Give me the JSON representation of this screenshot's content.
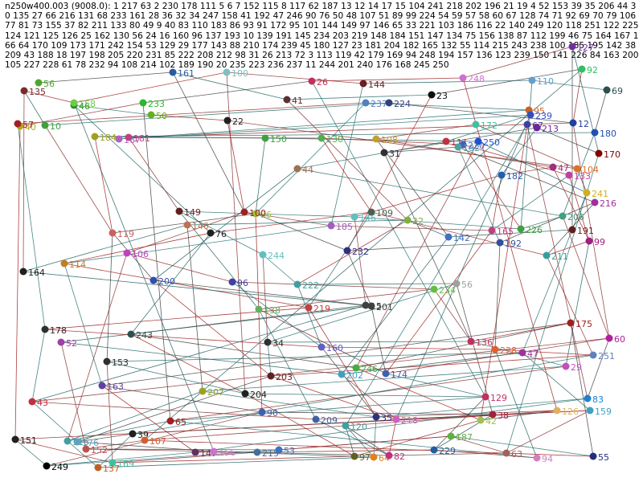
{
  "header": {
    "title": "n250w400.003 (9008.0):",
    "sequence": "1 217 63 2 230 178 111 5 6 7 152 115 8 117 62 187 13 12 14 17 15 104 241 218 202 196 21 19 4 52 153 39 35 206 44 30 135 27 66 216 131 68 233 161 28 36 32 34 247 158 41 192 47 246 90 76 50 48 107 51 89 99 224 54 59 57 58 60 67 128 74 71 92 69 70 79 106 77 81 73 155 37 82 211 133 80 49 9 40 83 110 183 86 93 91 172 95 101 144 149 97 146 65 33 221 103 186 116 22 140 249 120 118 251 122 225 124 121 125 126 25 162 130 56 24 16 160 96 137 193 10 139 191 145 234 203 219 148 184 151 147 134 75 156 138 87 112 199 46 75 164 167 166 64 170 109 173 171 242 154 53 129 29 177 143 88 210 174 239 45 180 127 23 181 204 182 165 132 55 114 215 243 238 100 185 195 142 38 209 43 188 18 197 198 205 220 231 85 222 208 212 98 31 26 213 72 3 113 119 42 179 169 94 248 194 157 136 123 239 150 141 226 84 163 200 105 227 228 61 78 232 94 108 214 102 189 190 20 235 223 236 237 11 244 201 240 176 168 245 250"
  },
  "graph": {
    "nodes": [
      {
        "label": "135",
        "color": "#7a2c2c"
      },
      {
        "label": "56",
        "color": "#4aa82a"
      },
      {
        "label": "40",
        "color": "#b3a51e"
      },
      {
        "label": "46",
        "color": "#2f8a2f"
      },
      {
        "label": "158",
        "color": "#6ad03f"
      },
      {
        "label": "161",
        "color": "#2d5aa0"
      },
      {
        "label": "233",
        "color": "#2bb82b"
      },
      {
        "label": "100",
        "color": "#7fc0c0"
      },
      {
        "label": "41",
        "color": "#5a3030"
      },
      {
        "label": "26",
        "color": "#c03060"
      },
      {
        "label": "144",
        "color": "#6a2020"
      },
      {
        "label": "23",
        "color": "#101010"
      },
      {
        "label": "248",
        "color": "#d070d0"
      },
      {
        "label": "110",
        "color": "#60a0d0"
      },
      {
        "label": "92",
        "color": "#30c060"
      },
      {
        "label": "127",
        "color": "#7030a0"
      },
      {
        "label": "69",
        "color": "#2a5050"
      },
      {
        "label": "57",
        "color": "#a02020"
      },
      {
        "label": "10",
        "color": "#40a040"
      },
      {
        "label": "50",
        "color": "#60b020"
      },
      {
        "label": "237",
        "color": "#5080c0"
      },
      {
        "label": "224",
        "color": "#304080"
      },
      {
        "label": "22",
        "color": "#202020"
      },
      {
        "label": "95",
        "color": "#d06020"
      },
      {
        "label": "12",
        "color": "#2040a0"
      },
      {
        "label": "180",
        "color": "#2050b0"
      },
      {
        "label": "170",
        "color": "#800000"
      },
      {
        "label": "104",
        "color": "#e07020"
      },
      {
        "label": "167",
        "color": "#b060c0"
      },
      {
        "label": "181",
        "color": "#c04080"
      },
      {
        "label": "184",
        "color": "#a0a020"
      },
      {
        "label": "213",
        "color": "#7020a0"
      },
      {
        "label": "172",
        "color": "#40c0a0"
      },
      {
        "label": "239",
        "color": "#3050c0"
      },
      {
        "label": "130",
        "color": "#50b050"
      },
      {
        "label": "150",
        "color": "#40a040"
      },
      {
        "label": "31",
        "color": "#303030"
      },
      {
        "label": "108",
        "color": "#c0a030"
      },
      {
        "label": "111",
        "color": "#c03040"
      },
      {
        "label": "220",
        "color": "#4060c0"
      },
      {
        "label": "250",
        "color": "#2050d0"
      },
      {
        "label": "102",
        "color": "#50a0a0"
      },
      {
        "label": "47",
        "color": "#a03080"
      },
      {
        "label": "44",
        "color": "#a07050"
      },
      {
        "label": "133",
        "color": "#c040a0"
      },
      {
        "label": "241",
        "color": "#d0b020"
      },
      {
        "label": "216",
        "color": "#a030a0"
      },
      {
        "label": "182",
        "color": "#2060b0"
      },
      {
        "label": "206",
        "color": "#40a080"
      },
      {
        "label": "99",
        "color": "#a02080"
      },
      {
        "label": "191",
        "color": "#602020"
      },
      {
        "label": "192",
        "color": "#3050a0"
      },
      {
        "label": "165",
        "color": "#c04080"
      },
      {
        "label": "226",
        "color": "#40a040"
      },
      {
        "label": "211",
        "color": "#30a0a0"
      },
      {
        "label": "142",
        "color": "#4070c0"
      },
      {
        "label": "232",
        "color": "#303080"
      },
      {
        "label": "185",
        "color": "#a060c0"
      },
      {
        "label": "146",
        "color": "#60c0c0"
      },
      {
        "label": "109",
        "color": "#506050"
      },
      {
        "label": "22",
        "color": "#80b040"
      },
      {
        "label": "36",
        "color": "#a0c040"
      },
      {
        "label": "100",
        "color": "#a02020"
      },
      {
        "label": "149",
        "color": "#602020"
      },
      {
        "label": "76",
        "color": "#202020"
      },
      {
        "label": "140",
        "color": "#c07050"
      },
      {
        "label": "119",
        "color": "#d06060"
      },
      {
        "label": "106",
        "color": "#c040c0"
      },
      {
        "label": "244",
        "color": "#60c0c0"
      },
      {
        "label": "114",
        "color": "#c08020"
      },
      {
        "label": "164",
        "color": "#202020"
      },
      {
        "label": "200",
        "color": "#3050b0"
      },
      {
        "label": "96",
        "color": "#4040a0"
      },
      {
        "label": "222",
        "color": "#40a0a0"
      },
      {
        "label": "219",
        "color": "#c04040"
      },
      {
        "label": "201",
        "color": "#404040"
      },
      {
        "label": "15",
        "color": "#404040"
      },
      {
        "label": "234",
        "color": "#60c040"
      },
      {
        "label": "56",
        "color": "#a0a0a0"
      },
      {
        "label": "178",
        "color": "#303030"
      },
      {
        "label": "52",
        "color": "#a040a0"
      },
      {
        "label": "243",
        "color": "#305050"
      },
      {
        "label": "138",
        "color": "#60b060"
      },
      {
        "label": "34",
        "color": "#303030"
      },
      {
        "label": "160",
        "color": "#6060c0"
      },
      {
        "label": "202",
        "color": "#40a0c0"
      },
      {
        "label": "246",
        "color": "#40b040"
      },
      {
        "label": "174",
        "color": "#4060b0"
      },
      {
        "label": "136",
        "color": "#c03060"
      },
      {
        "label": "228",
        "color": "#e06030"
      },
      {
        "label": "47",
        "color": "#a030a0"
      },
      {
        "label": "175",
        "color": "#a02020"
      },
      {
        "label": "60",
        "color": "#b020a0"
      },
      {
        "label": "29",
        "color": "#c050c0"
      },
      {
        "label": "251",
        "color": "#6080c0"
      },
      {
        "label": "153",
        "color": "#303030"
      },
      {
        "label": "163",
        "color": "#6040a0"
      },
      {
        "label": "43",
        "color": "#c03040"
      },
      {
        "label": "207",
        "color": "#a0a020"
      },
      {
        "label": "203",
        "color": "#602020"
      },
      {
        "label": "204",
        "color": "#202020"
      },
      {
        "label": "90",
        "color": "#4060b0"
      },
      {
        "label": "209",
        "color": "#4060a0"
      },
      {
        "label": "35",
        "color": "#303080"
      },
      {
        "label": "218",
        "color": "#d060c0"
      },
      {
        "label": "129",
        "color": "#c03060"
      },
      {
        "label": "38",
        "color": "#a02040"
      },
      {
        "label": "126",
        "color": "#e0b060"
      },
      {
        "label": "83",
        "color": "#2080d0"
      },
      {
        "label": "159",
        "color": "#40a0c0"
      },
      {
        "label": "65",
        "color": "#a02020"
      },
      {
        "label": "39",
        "color": "#202020"
      },
      {
        "label": "107",
        "color": "#d06030"
      },
      {
        "label": "147",
        "color": "#603060"
      },
      {
        "label": "151",
        "color": "#202020"
      },
      {
        "label": "115",
        "color": "#40a0a0"
      },
      {
        "label": "176",
        "color": "#60a0c0"
      },
      {
        "label": "152",
        "color": "#c05050"
      },
      {
        "label": "249",
        "color": "#000000"
      },
      {
        "label": "169",
        "color": "#40c0a0"
      },
      {
        "label": "137",
        "color": "#c06020"
      },
      {
        "label": "156",
        "color": "#d070d0"
      },
      {
        "label": "215",
        "color": "#4070a0"
      },
      {
        "label": "53",
        "color": "#4070c0"
      },
      {
        "label": "97",
        "color": "#606020"
      },
      {
        "label": "64",
        "color": "#e08020"
      },
      {
        "label": "82",
        "color": "#c03080"
      },
      {
        "label": "229",
        "color": "#2060a0"
      },
      {
        "label": "187",
        "color": "#60b040"
      },
      {
        "label": "42",
        "color": "#a0c050"
      },
      {
        "label": "120",
        "color": "#40a0a0"
      },
      {
        "label": "63",
        "color": "#a06060"
      },
      {
        "label": "94",
        "color": "#d080c0"
      },
      {
        "label": "55",
        "color": "#203080"
      },
      {
        "label": "67",
        "color": "#4040a0"
      }
    ]
  }
}
